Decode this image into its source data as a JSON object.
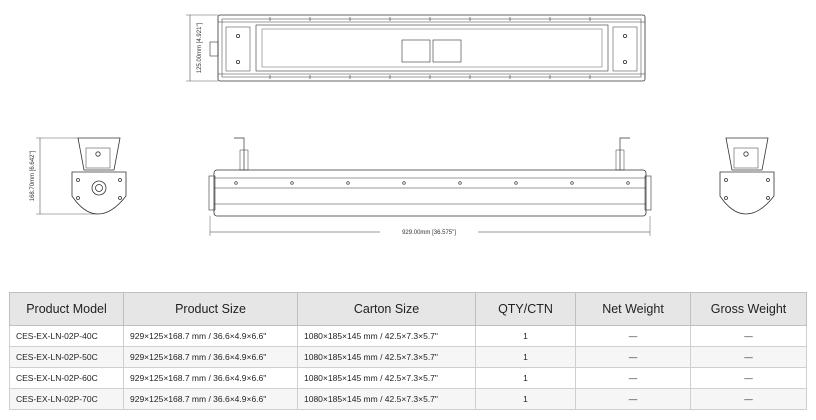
{
  "drawing": {
    "top_view_dimension": "125.00mm [4.921\"]",
    "side_view_dimension": "168.70mm [6.642\"]",
    "length_dimension": "929.00mm [36.575\"]"
  },
  "table": {
    "headers": [
      "Product Model",
      "Product Size",
      "Carton Size",
      "QTY/CTN",
      "Net Weight",
      "Gross Weight"
    ],
    "rows": [
      [
        "CES-EX-LN-02P-40C",
        "929×125×168.7 mm / 36.6×4.9×6.6\"",
        "1080×185×145 mm / 42.5×7.3×5.7\"",
        "1",
        "—",
        "—"
      ],
      [
        "CES-EX-LN-02P-50C",
        "929×125×168.7 mm / 36.6×4.9×6.6\"",
        "1080×185×145 mm / 42.5×7.3×5.7\"",
        "1",
        "—",
        "—"
      ],
      [
        "CES-EX-LN-02P-60C",
        "929×125×168.7 mm / 36.6×4.9×6.6\"",
        "1080×185×145 mm / 42.5×7.3×5.7\"",
        "1",
        "—",
        "—"
      ],
      [
        "CES-EX-LN-02P-70C",
        "929×125×168.7 mm / 36.6×4.9×6.6\"",
        "1080×185×145 mm / 42.5×7.3×5.7\"",
        "1",
        "—",
        "—"
      ]
    ]
  }
}
